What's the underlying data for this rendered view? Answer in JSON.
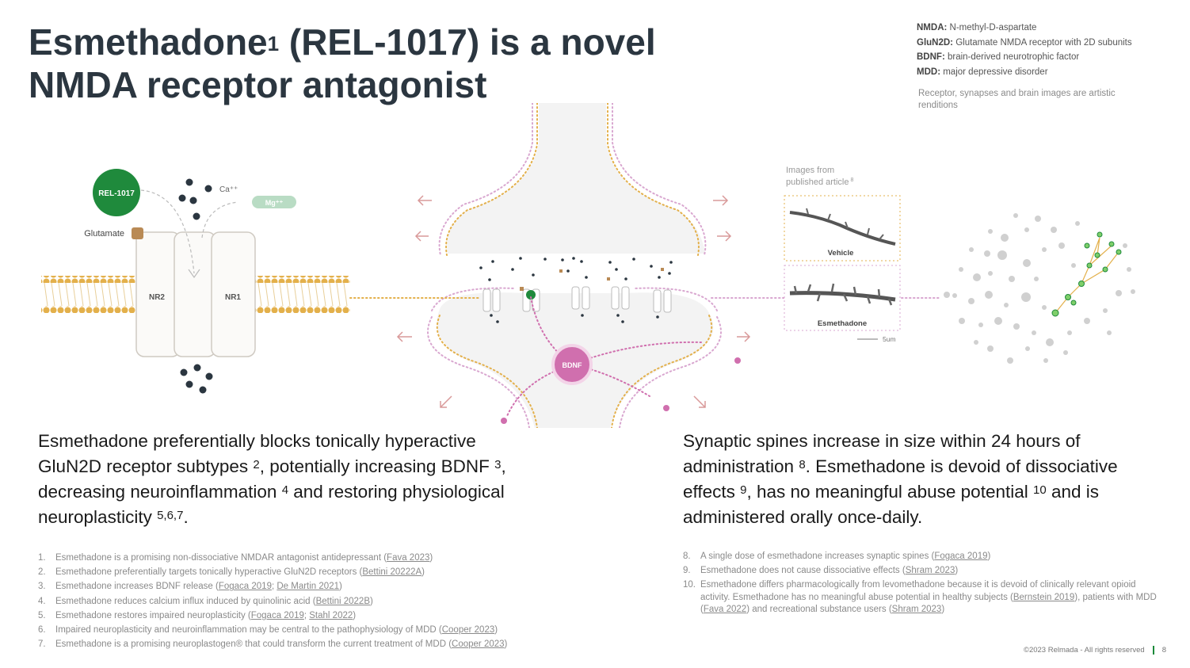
{
  "title": {
    "part1": "Esmethadone",
    "sup": "1",
    "part2": " (REL-1017) is a novel NMDA receptor antagonist"
  },
  "glossary": [
    {
      "term": "NMDA:",
      "def": " N-methyl-D-aspartate"
    },
    {
      "term": "GluN2D:",
      "def": " Glutamate NMDA receptor with 2D subunits"
    },
    {
      "term": "BDNF:",
      "def": " brain-derived neurotrophic factor"
    },
    {
      "term": "MDD:",
      "def": " major depressive disorder"
    }
  ],
  "art_note": "Receptor, synapses and brain images are artistic renditions",
  "figure": {
    "rel_label": "REL-1017",
    "ca_label": "Ca⁺⁺",
    "mg_label": "Mg⁺⁺",
    "glutamate_label": "Glutamate",
    "nr2_label": "NR2",
    "nr1_label": "NR1",
    "bdnf_label": "BDNF",
    "images_note_line1": "Images from",
    "images_note_line2": "published article",
    "images_note_sup": "8",
    "vehicle_label": "Vehicle",
    "esmethadone_label": "Esmethadone",
    "scale_label": "5um",
    "colors": {
      "green": "#1f8a3c",
      "dots": "#e3b04b",
      "pink": "#d06fae",
      "mg": "#b9dcc4"
    }
  },
  "left_paragraph": {
    "t1": "Esmethadone preferentially blocks tonically hyperactive GluN2D receptor subtypes ",
    "s1": "2",
    "t2": ", potentially increasing BDNF ",
    "s2": "3",
    "t3": ", decreasing neuroinflammation ",
    "s3": "4",
    "t4": " and restoring physiological neuroplasticity ",
    "s4": "5,6,7",
    "t5": "."
  },
  "right_paragraph": {
    "t1": "Synaptic spines increase in size within 24 hours of administration ",
    "s1": "8",
    "t2": ". Esmethadone is devoid of dissociative effects ",
    "s2": "9",
    "t3": ", has no meaningful abuse potential ",
    "s3": "10",
    "t4": " and is administered orally once-daily."
  },
  "left_refs": [
    {
      "num": "1.",
      "text": "Esmethadone is a promising non-dissociative NMDAR antagonist antidepressant (",
      "links": [
        "Fava 2023"
      ],
      "end": ")"
    },
    {
      "num": "2.",
      "text": "Esmethadone preferentially targets tonically hyperactive GluN2D receptors (",
      "links": [
        "Bettini 20222A"
      ],
      "end": ")"
    },
    {
      "num": "3.",
      "text": "Esmethadone increases BDNF release (",
      "links": [
        "Fogaca 2019",
        "De Martin 2021"
      ],
      "end": ")"
    },
    {
      "num": "4.",
      "text": "Esmethadone reduces calcium influx induced by quinolinic acid (",
      "links": [
        "Bettini 2022B"
      ],
      "end": ")"
    },
    {
      "num": "5.",
      "text": "Esmethadone restores impaired neuroplasticity (",
      "links": [
        "Fogaca 2019",
        "Stahl 2022"
      ],
      "end": ")"
    },
    {
      "num": "6.",
      "text": "Impaired neuroplasticity and neuroinflammation may be central to the pathophysiology of MDD (",
      "links": [
        "Cooper 2023"
      ],
      "end": ")"
    },
    {
      "num": "7.",
      "text": "Esmethadone is a promising neuroplastogen® that could transform the current treatment of MDD (",
      "links": [
        "Cooper 2023"
      ],
      "end": ")"
    }
  ],
  "right_refs": [
    {
      "num": "8.",
      "text": "A single dose of esmethadone increases synaptic spines (",
      "link": "Fogaca 2019",
      "end": ")"
    },
    {
      "num": "9.",
      "text": "Esmethadone does not cause dissociative effects (",
      "link": "Shram 2023",
      "end": ")"
    },
    {
      "num": "10.",
      "text": "Esmethadone differs pharmacologically from levomethadone because it is devoid of clinically relevant opioid activity. Esmethadone has no meaningful abuse potential in healthy subjects (",
      "link1": "Bernstein 2019",
      "mid1": "), patients with MDD (",
      "link2": "Fava 2022",
      "mid2": ") and recreational substance users (",
      "link3": "Shram 2023",
      "end": ")"
    }
  ],
  "footer": {
    "copyright": "©2023 Relmada - All rights reserved",
    "page": "8"
  }
}
